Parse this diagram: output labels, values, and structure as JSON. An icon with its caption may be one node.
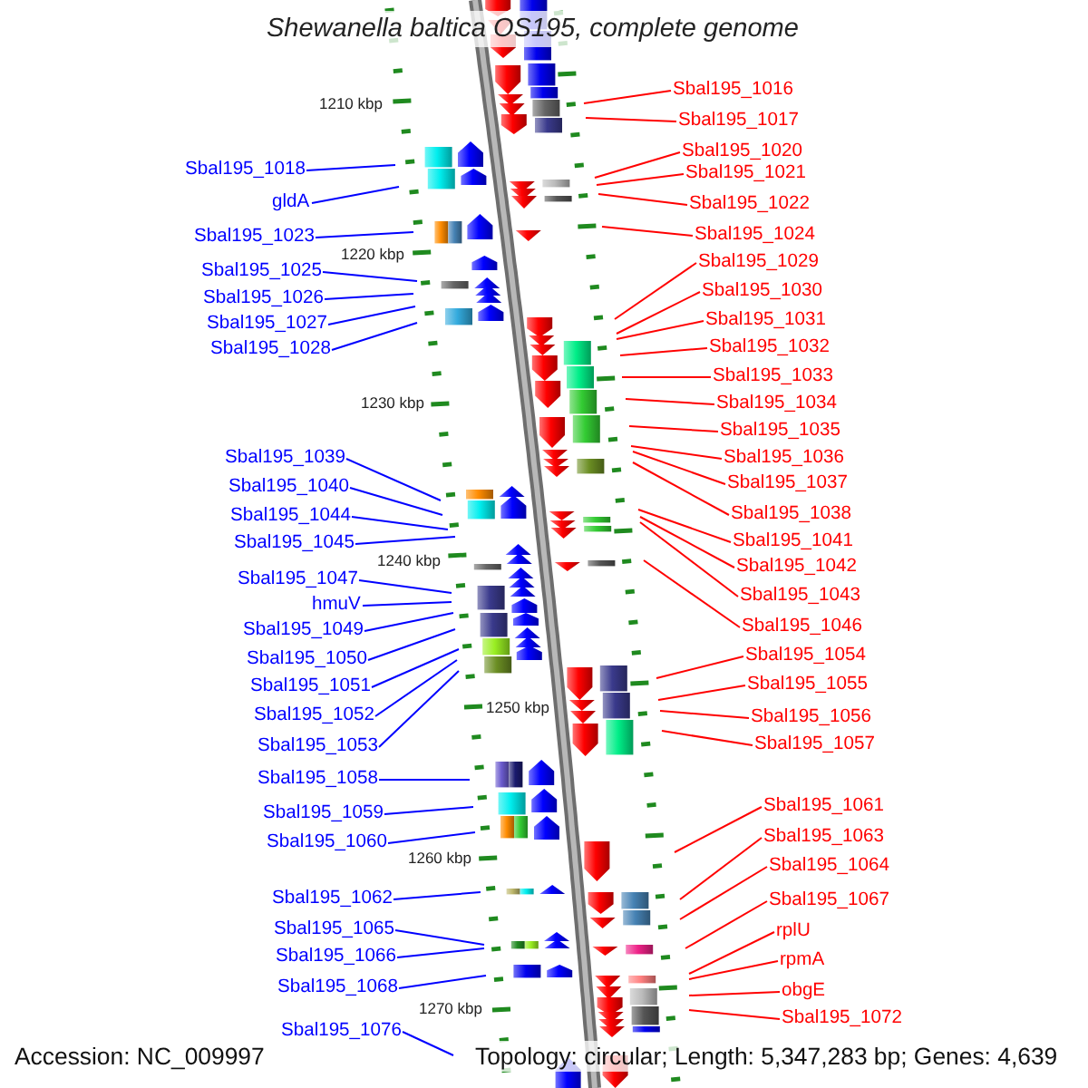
{
  "diagram": {
    "title": "Shewanella baltica OS195, complete genome",
    "nodes": [
      {
        "text": [
          "Sbal195_1016"
        ]
      },
      {
        "text": [
          "Sbal195_1017"
        ]
      },
      {
        "text": [
          "Sbal195_1020"
        ]
      },
      {
        "text": [
          "Sbal195_1018"
        ]
      },
      {
        "text": [
          "Sbal195_1021"
        ]
      },
      {
        "text": [
          "gldA"
        ]
      },
      {
        "text": [
          "Sbal195_1022"
        ]
      },
      {
        "text": [
          "Sbal195_1024"
        ]
      },
      {
        "text": [
          "Sbal195_1023"
        ]
      },
      {
        "text": [
          "Sbal195_1029"
        ]
      },
      {
        "text": [
          "Sbal195_1025"
        ]
      },
      {
        "text": [
          "Sbal195_1030"
        ]
      },
      {
        "text": [
          "Sbal195_1026"
        ]
      },
      {
        "text": [
          "Sbal195_1031"
        ]
      },
      {
        "text": [
          "Sbal195_1027"
        ]
      },
      {
        "text": [
          "Sbal195_1032"
        ]
      },
      {
        "text": [
          "Sbal195_1028"
        ]
      },
      {
        "text": [
          "Sbal195_1033"
        ]
      },
      {
        "text": [
          "Sbal195_1034"
        ]
      },
      {
        "text": [
          "Sbal195_1035"
        ]
      },
      {
        "text": [
          "Sbal195_1039"
        ]
      },
      {
        "text": [
          "Sbal195_1036"
        ]
      },
      {
        "text": [
          "Sbal195_1037"
        ]
      },
      {
        "text": [
          "Sbal195_1040"
        ]
      },
      {
        "text": [
          "Sbal195_1038"
        ]
      },
      {
        "text": [
          "Sbal195_1044"
        ]
      },
      {
        "text": [
          "Sbal195_1041"
        ]
      },
      {
        "text": [
          "Sbal195_1045"
        ]
      },
      {
        "text": [
          "Sbal195_1042"
        ]
      },
      {
        "text": [
          "Sbal195_1047"
        ]
      },
      {
        "text": [
          "Sbal195_1043"
        ]
      },
      {
        "text": [
          "hmuV"
        ]
      },
      {
        "text": [
          "Sbal195_1046"
        ]
      },
      {
        "text": [
          "Sbal195_1049"
        ]
      },
      {
        "text": [
          "Sbal195_1054"
        ]
      },
      {
        "text": [
          "Sbal195_1050"
        ]
      },
      {
        "text": [
          "Sbal195_1055"
        ]
      },
      {
        "text": [
          "Sbal195_1051"
        ]
      },
      {
        "text": [
          "Sbal195_1052"
        ]
      },
      {
        "text": [
          "Sbal195_1056"
        ]
      },
      {
        "text": [
          "Sbal195_1057"
        ]
      },
      {
        "text": [
          "Sbal195_1053"
        ]
      },
      {
        "text": [
          "Sbal195_1058"
        ]
      },
      {
        "text": [
          "Sbal195_1061"
        ]
      },
      {
        "text": [
          "Sbal195_1059"
        ]
      },
      {
        "text": [
          "Sbal195_1063"
        ]
      },
      {
        "text": [
          "Sbal195_1060"
        ]
      },
      {
        "text": [
          "Sbal195_1064"
        ]
      },
      {
        "text": [
          "Sbal195_1062"
        ]
      },
      {
        "text": [
          "Sbal195_1067"
        ]
      },
      {
        "text": [
          "Sbal195_1065"
        ]
      },
      {
        "text": [
          "rplU"
        ]
      },
      {
        "text": [
          "Sbal195_1066"
        ]
      },
      {
        "text": [
          "rpmA"
        ]
      },
      {
        "text": [
          "Sbal195_1068"
        ]
      },
      {
        "text": [
          "obgE"
        ]
      },
      {
        "text": [
          "Sbal195_1072"
        ]
      },
      {
        "text": [
          "Sbal195_1076"
        ]
      }
    ],
    "edges": [
      {
        "from": 0,
        "to": null,
        "arrow": "none"
      },
      {
        "from": 1,
        "to": null,
        "arrow": "none"
      },
      {
        "from": 2,
        "to": null,
        "arrow": "none"
      },
      {
        "from": 3,
        "to": null,
        "arrow": "none",
        "color": "#0000ff"
      },
      {
        "from": 4,
        "to": null,
        "arrow": "none"
      },
      {
        "from": 5,
        "to": null,
        "arrow": "none",
        "color": "#0000ff"
      },
      {
        "from": 6,
        "to": null,
        "arrow": "none"
      },
      {
        "from": 7,
        "to": null,
        "arrow": "none"
      },
      {
        "from": 8,
        "to": null,
        "arrow": "none",
        "color": "#0000ff"
      },
      {
        "from": 9,
        "to": null,
        "arrow": "none"
      },
      {
        "from": 10,
        "to": null,
        "arrow": "none",
        "color": "#0000ff"
      },
      {
        "from": 11,
        "to": null,
        "arrow": "none"
      },
      {
        "from": 12,
        "to": null,
        "arrow": "none",
        "color": "#0000ff"
      },
      {
        "from": 13,
        "to": null,
        "arrow": "none"
      },
      {
        "from": 14,
        "to": null,
        "arrow": "none",
        "color": "#0000ff"
      },
      {
        "from": 15,
        "to": null,
        "arrow": "none"
      },
      {
        "from": 16,
        "to": null,
        "arrow": "none",
        "color": "#0000ff"
      },
      {
        "from": 17,
        "to": null,
        "arrow": "none"
      },
      {
        "from": 18,
        "to": null,
        "arrow": "none"
      },
      {
        "from": 19,
        "to": null,
        "arrow": "none"
      },
      {
        "from": 20,
        "to": null,
        "arrow": "none",
        "color": "#0000ff"
      },
      {
        "from": 21,
        "to": null,
        "arrow": "none"
      },
      {
        "from": 22,
        "to": null,
        "arrow": "none"
      },
      {
        "from": 23,
        "to": null,
        "arrow": "none",
        "color": "#0000ff"
      },
      {
        "from": 24,
        "to": null,
        "arrow": "none"
      },
      {
        "from": 25,
        "to": null,
        "arrow": "none",
        "color": "#0000ff"
      },
      {
        "from": 26,
        "to": null,
        "arrow": "none"
      },
      {
        "from": 27,
        "to": null,
        "arrow": "none",
        "color": "#0000ff"
      },
      {
        "from": 28,
        "to": null,
        "arrow": "none"
      },
      {
        "from": 29,
        "to": null,
        "arrow": "none",
        "color": "#0000ff"
      },
      {
        "from": 30,
        "to": null,
        "arrow": "none"
      },
      {
        "from": 31,
        "to": null,
        "arrow": "none",
        "color": "#0000ff"
      },
      {
        "from": 32,
        "to": null,
        "arrow": "none"
      },
      {
        "from": 33,
        "to": null,
        "arrow": "none",
        "color": "#0000ff"
      },
      {
        "from": 34,
        "to": null,
        "arrow": "none"
      },
      {
        "from": 35,
        "to": null,
        "arrow": "none",
        "color": "#0000ff"
      },
      {
        "from": 36,
        "to": null,
        "arrow": "none"
      },
      {
        "from": 37,
        "to": null,
        "arrow": "none",
        "color": "#0000ff"
      },
      {
        "from": 38,
        "to": null,
        "arrow": "none",
        "color": "#0000ff"
      },
      {
        "from": 39,
        "to": null,
        "arrow": "none"
      },
      {
        "from": 40,
        "to": null,
        "arrow": "none"
      },
      {
        "from": 41,
        "to": null,
        "arrow": "none",
        "color": "#0000ff"
      },
      {
        "from": 42,
        "to": null,
        "arrow": "none",
        "color": "#0000ff"
      },
      {
        "from": 43,
        "to": null,
        "arrow": "none"
      },
      {
        "from": 44,
        "to": null,
        "arrow": "none",
        "color": "#0000ff"
      },
      {
        "from": 45,
        "to": null,
        "arrow": "none"
      },
      {
        "from": 46,
        "to": null,
        "arrow": "none",
        "color": "#0000ff"
      },
      {
        "from": 47,
        "to": null,
        "arrow": "none"
      },
      {
        "from": 48,
        "to": null,
        "arrow": "none",
        "color": "#0000ff"
      },
      {
        "from": 49,
        "to": null,
        "arrow": "none"
      },
      {
        "from": 50,
        "to": null,
        "arrow": "none",
        "color": "#0000ff"
      },
      {
        "from": 51,
        "to": null,
        "arrow": "none"
      },
      {
        "from": 52,
        "to": null,
        "arrow": "none",
        "color": "#0000ff"
      },
      {
        "from": 53,
        "to": null,
        "arrow": "none"
      },
      {
        "from": 54,
        "to": null,
        "arrow": "none",
        "color": "#0000ff"
      },
      {
        "from": 55,
        "to": null,
        "arrow": "none"
      },
      {
        "from": 56,
        "to": null,
        "arrow": "none"
      },
      {
        "from": 57,
        "to": null,
        "arrow": "none",
        "color": "#0000ff"
      }
    ],
    "labels": [
      "1210 kbp",
      "1220 kbp",
      "1230 kbp",
      "1240 kbp",
      "1250 kbp",
      "1260 kbp",
      "1270 kbp",
      "Accession: NC_009997",
      "Topology: circular; Length: 5,347,283 bp; Genes: 4,639"
    ]
  }
}
